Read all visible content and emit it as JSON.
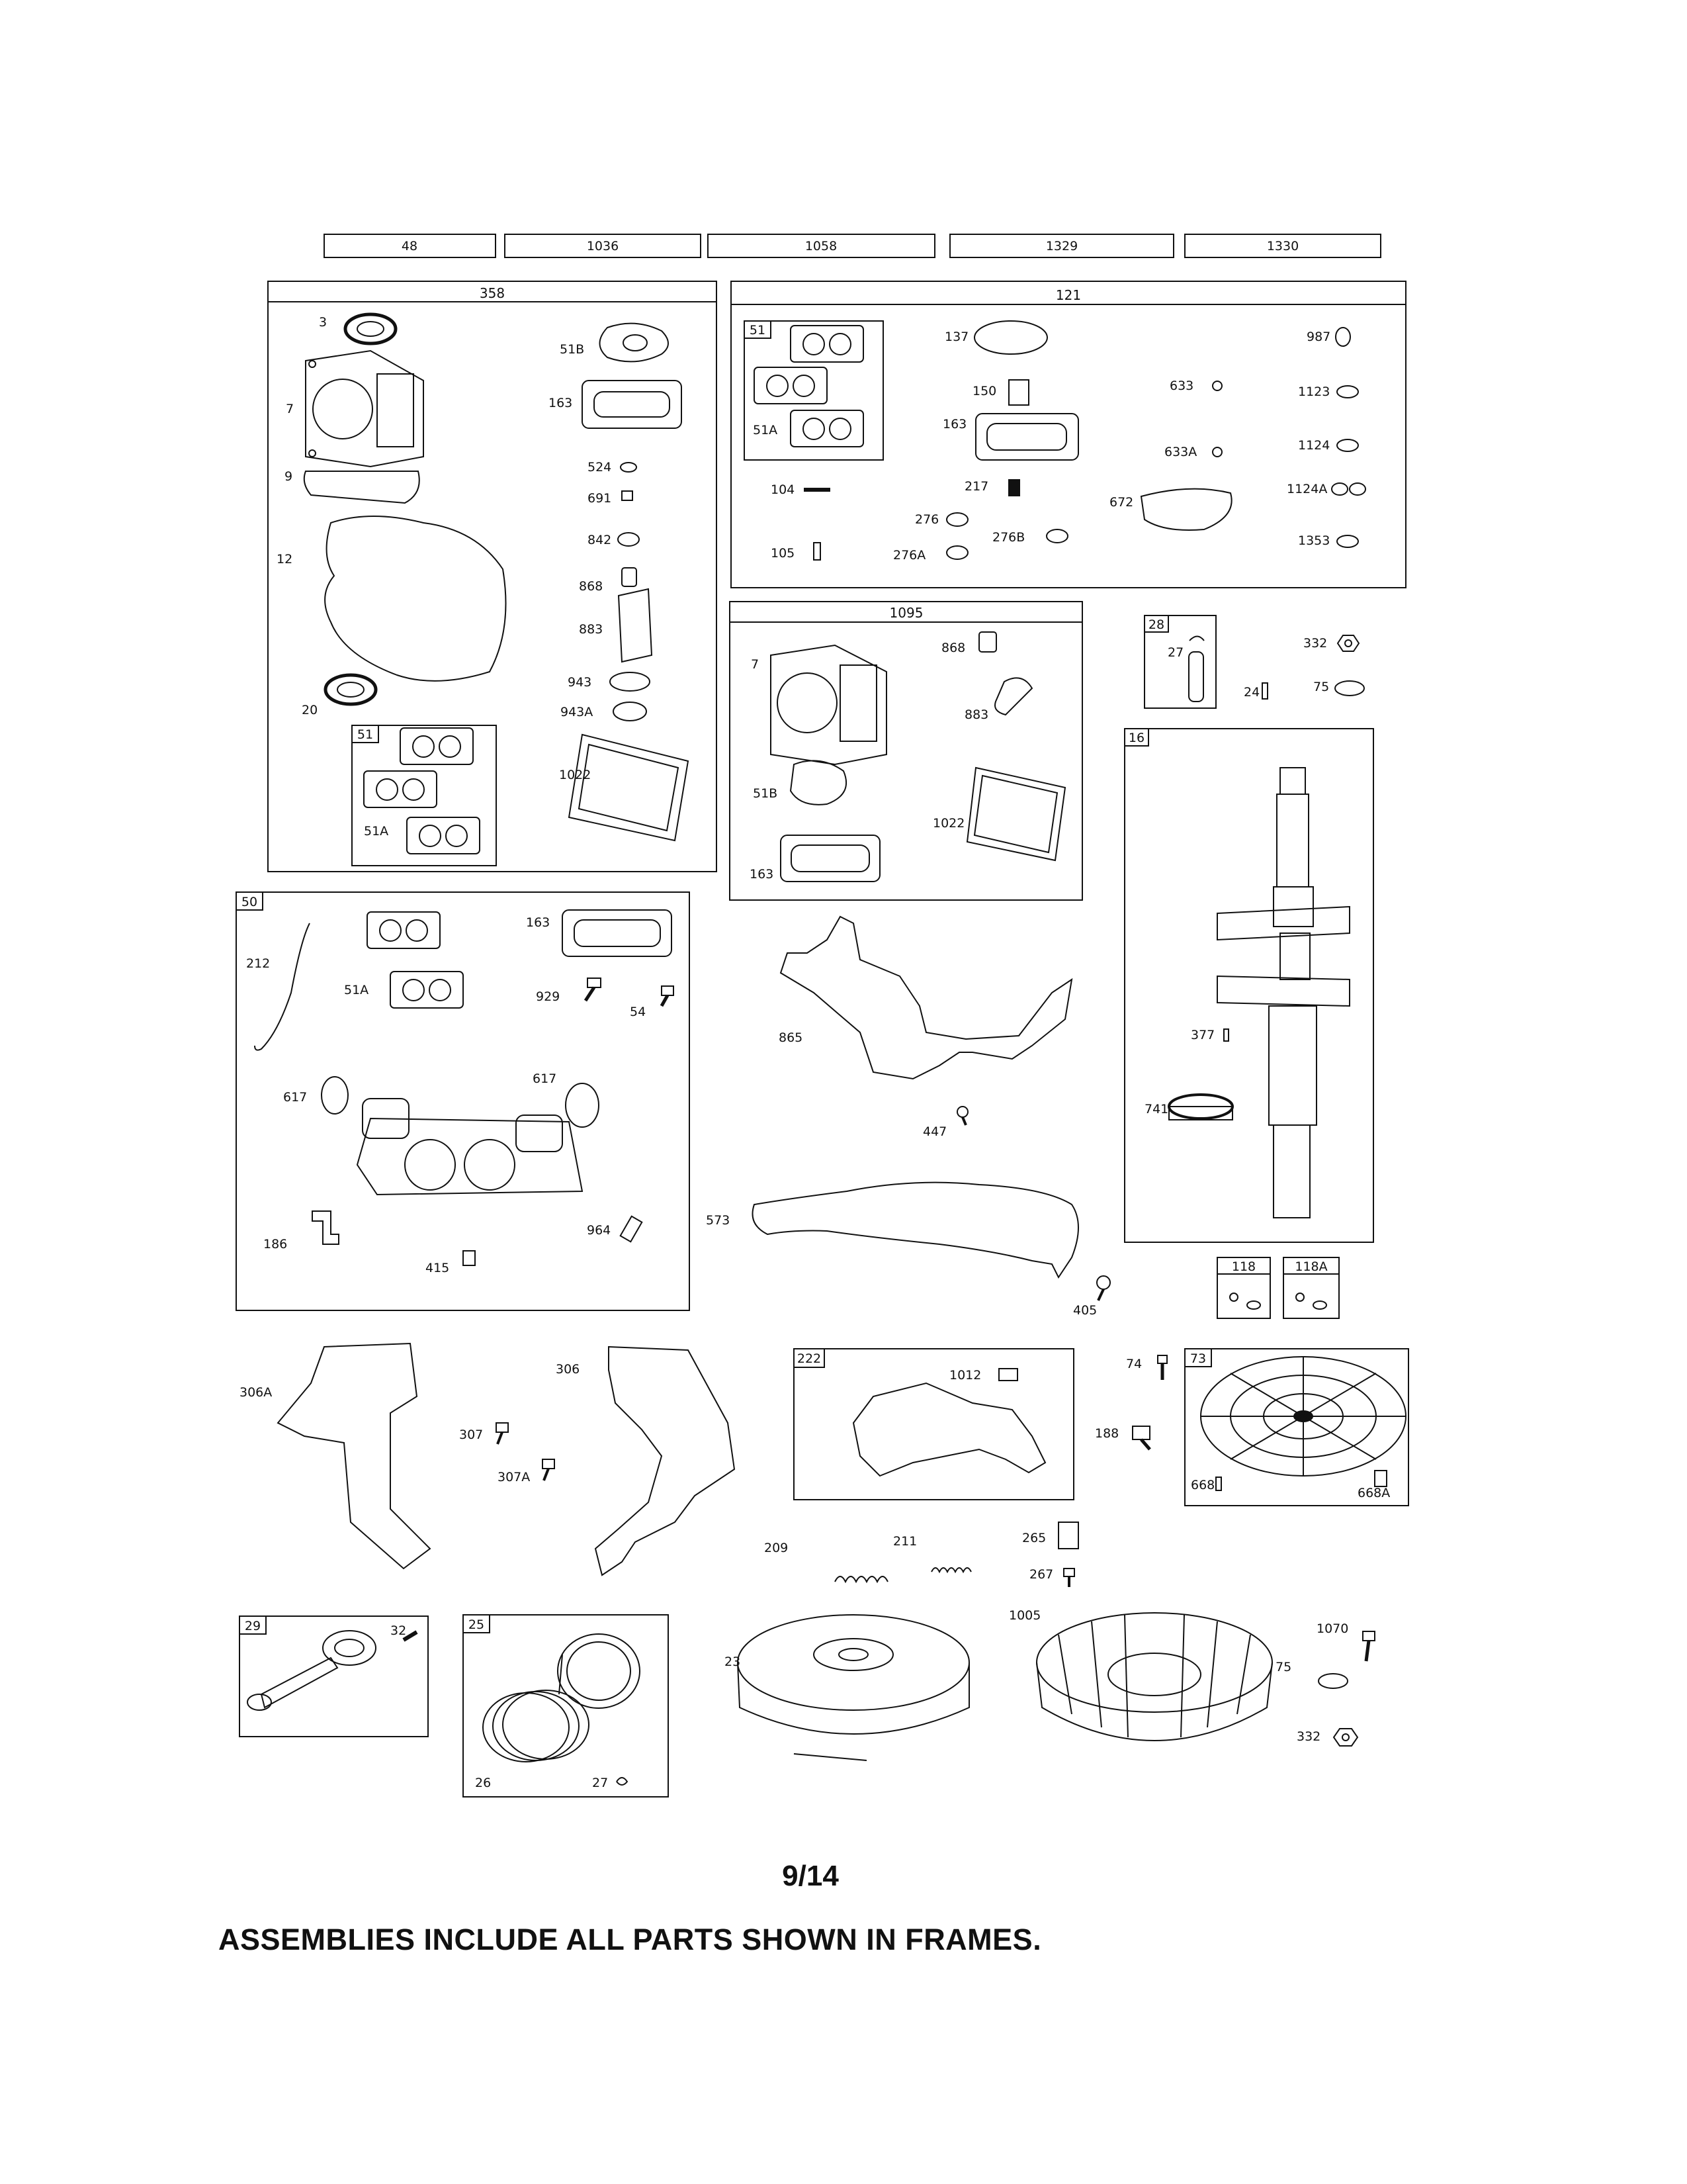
{
  "top_kits": [
    "48",
    "1036",
    "1058",
    "1329",
    "1330"
  ],
  "frames": {
    "f358": "358",
    "f121": "121",
    "f1095": "1095",
    "f28": "28",
    "f16": "16",
    "f50": "50",
    "f51_left": "51",
    "f51_121": "51",
    "f118": "118",
    "f118a": "118A",
    "f222": "222",
    "f73": "73",
    "f29": "29",
    "f25": "25"
  },
  "labels": {
    "l3": "3",
    "l7": "7",
    "l9": "9",
    "l12": "12",
    "l20": "20",
    "l51b": "51B",
    "l163": "163",
    "l524": "524",
    "l691": "691",
    "l842": "842",
    "l868": "868",
    "l883": "883",
    "l943": "943",
    "l943a": "943A",
    "l1022": "1022",
    "l51a_358": "51A",
    "l137": "137",
    "l150": "150",
    "l163_121": "163",
    "l51a_121": "51A",
    "l104": "104",
    "l217": "217",
    "l276": "276",
    "l276a": "276A",
    "l276b": "276B",
    "l105": "105",
    "l633": "633",
    "l633a": "633A",
    "l672": "672",
    "l987": "987",
    "l1123": "1123",
    "l1124": "1124",
    "l1124a": "1124A",
    "l1353": "1353",
    "l7_1095": "7",
    "l868_1095": "868",
    "l883_1095": "883",
    "l51b_1095": "51B",
    "l1022_1095": "1022",
    "l163_1095": "163",
    "l27_28": "27",
    "l332": "332",
    "l24": "24",
    "l75": "75",
    "l377": "377",
    "l741": "741",
    "l212": "212",
    "l51a_50": "51A",
    "l163_50": "163",
    "l929": "929",
    "l54": "54",
    "l617a": "617",
    "l617b": "617",
    "l186": "186",
    "l964": "964",
    "l415": "415",
    "l865": "865",
    "l447": "447",
    "l573": "573",
    "l405": "405",
    "l306a": "306A",
    "l306": "306",
    "l307": "307",
    "l307a": "307A",
    "l1012": "1012",
    "l74": "74",
    "l188": "188",
    "l668": "668",
    "l668a": "668A",
    "l209": "209",
    "l211": "211",
    "l265": "265",
    "l267": "267",
    "l32": "32",
    "l26": "26",
    "l27_25": "27",
    "l23": "23",
    "l1005": "1005",
    "l1070": "1070",
    "l75b": "75",
    "l332b": "332"
  },
  "page_number": "9/14",
  "footnote": "ASSEMBLIES INCLUDE ALL PARTS SHOWN IN FRAMES."
}
